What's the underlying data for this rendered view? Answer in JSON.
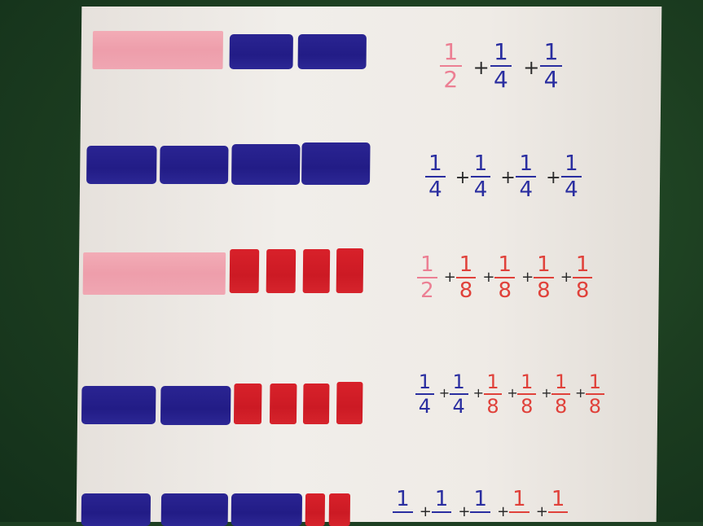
{
  "rows": [
    {
      "equation": {
        "terms": [
          {
            "num": "1",
            "den": "2",
            "color": "pink"
          },
          {
            "num": "1",
            "den": "4",
            "color": "blue"
          },
          {
            "num": "1",
            "den": "4",
            "color": "blue"
          }
        ]
      }
    },
    {
      "equation": {
        "terms": [
          {
            "num": "1",
            "den": "4",
            "color": "blue"
          },
          {
            "num": "1",
            "den": "4",
            "color": "blue"
          },
          {
            "num": "1",
            "den": "4",
            "color": "blue"
          },
          {
            "num": "1",
            "den": "4",
            "color": "blue"
          }
        ]
      }
    },
    {
      "equation": {
        "terms": [
          {
            "num": "1",
            "den": "2",
            "color": "pink"
          },
          {
            "num": "1",
            "den": "8",
            "color": "red"
          },
          {
            "num": "1",
            "den": "8",
            "color": "red"
          },
          {
            "num": "1",
            "den": "8",
            "color": "red"
          },
          {
            "num": "1",
            "den": "8",
            "color": "red"
          }
        ]
      }
    },
    {
      "equation": {
        "terms": [
          {
            "num": "1",
            "den": "4",
            "color": "blue"
          },
          {
            "num": "1",
            "den": "4",
            "color": "blue"
          },
          {
            "num": "1",
            "den": "8",
            "color": "red"
          },
          {
            "num": "1",
            "den": "8",
            "color": "red"
          },
          {
            "num": "1",
            "den": "8",
            "color": "red"
          },
          {
            "num": "1",
            "den": "8",
            "color": "red"
          }
        ]
      }
    },
    {
      "equation": {
        "terms": [
          {
            "num": "1",
            "den": "",
            "color": "blue"
          },
          {
            "num": "1",
            "den": "",
            "color": "blue"
          },
          {
            "num": "1",
            "den": "",
            "color": "blue"
          },
          {
            "num": "1",
            "den": "",
            "color": "red"
          },
          {
            "num": "1",
            "den": "",
            "color": "red"
          }
        ]
      }
    }
  ],
  "plus_sign": "+",
  "colors": {
    "pink": "#f0a3b0",
    "blue": "#241e8a",
    "red": "#d21f28",
    "paper": "#efebe6",
    "background": "#1d3f22"
  }
}
